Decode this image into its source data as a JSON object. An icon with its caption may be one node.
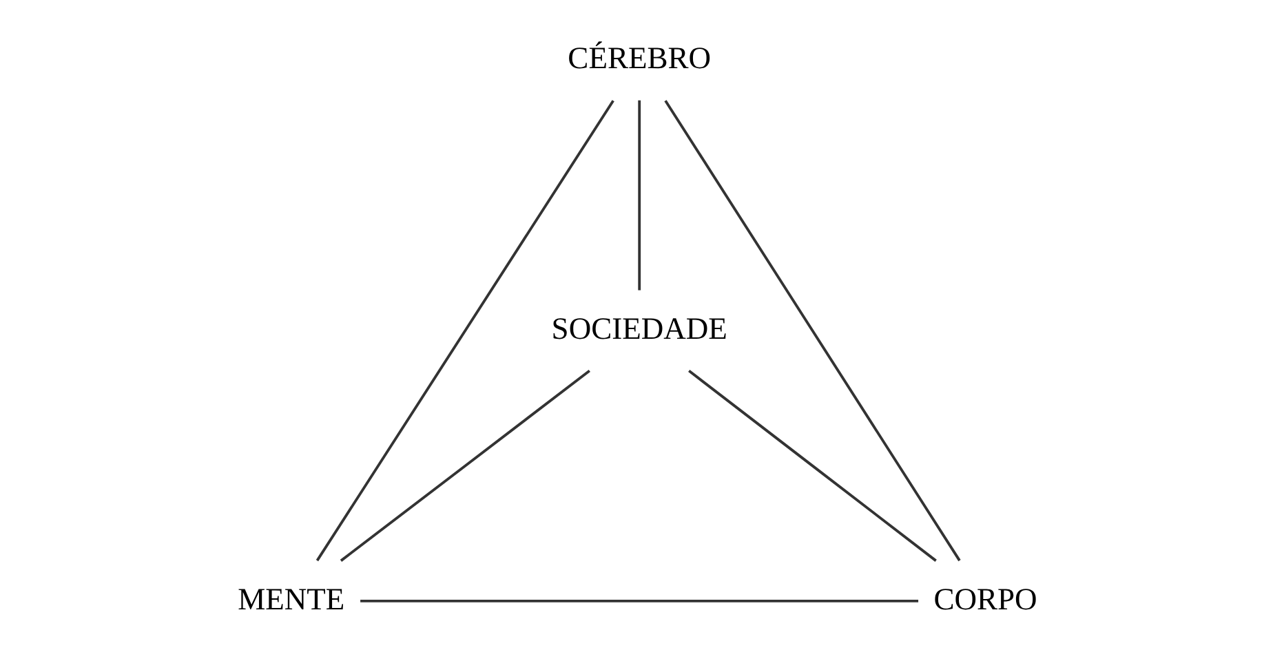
{
  "diagram": {
    "nodes": [
      {
        "text": [
          "CÉREBRO"
        ]
      },
      {
        "text": [
          "SOCIEDADE"
        ]
      },
      {
        "text": [
          "MENTE"
        ]
      },
      {
        "text": [
          "CORPO"
        ]
      }
    ],
    "edges": [
      {
        "from": 0,
        "to": 2,
        "arrow": "none"
      },
      {
        "from": 0,
        "to": 3,
        "arrow": "none"
      },
      {
        "from": 0,
        "to": 1,
        "arrow": "none"
      },
      {
        "from": 1,
        "to": 2,
        "arrow": "none"
      },
      {
        "from": 1,
        "to": 3,
        "arrow": "none"
      },
      {
        "from": 2,
        "to": 3,
        "arrow": "none"
      }
    ]
  }
}
